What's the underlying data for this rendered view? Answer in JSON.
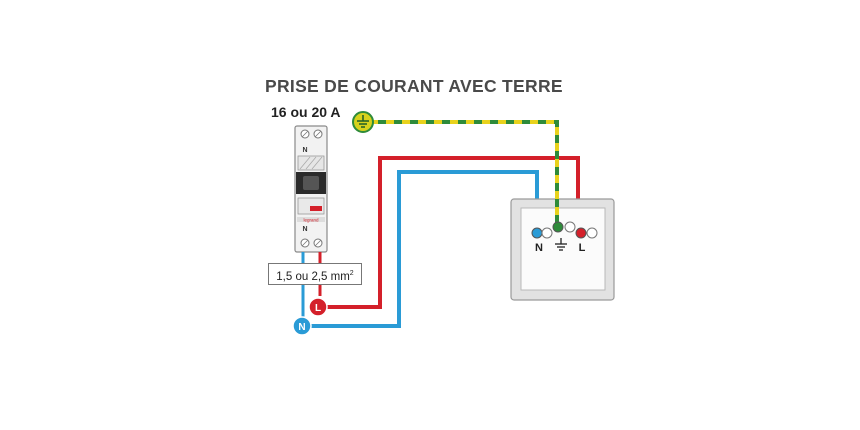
{
  "diagram": {
    "title": "PRISE DE COURANT AVEC TERRE",
    "breaker": {
      "rating": "16 ou 20 A",
      "terminal_top": "N",
      "terminal_bottom": "N",
      "brand": "legrand"
    },
    "cable_section": {
      "text": "1,5 ou 2,5 mm",
      "superscript": "2"
    },
    "supply": {
      "live": "L",
      "neutral": "N"
    },
    "socket": {
      "terminal_neutral": "N",
      "terminal_live": "L"
    },
    "colors": {
      "live": "#d4202a",
      "neutral": "#2a9bd6",
      "earth_green": "#2e8b3a",
      "earth_yellow": "#e8d21d",
      "title": "#4a4a4a",
      "socket_frame": "#d9d9d9"
    }
  }
}
